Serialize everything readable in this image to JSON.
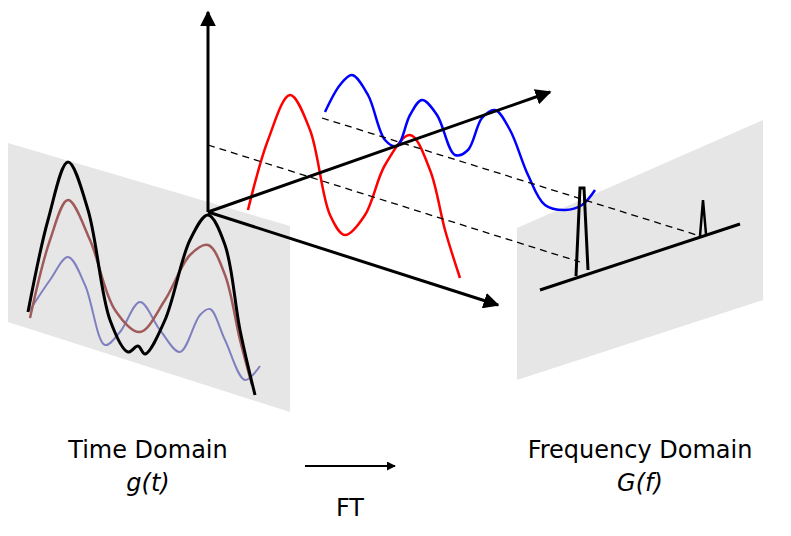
{
  "diagram": {
    "labels": [
      "Time Domain",
      "g(t)",
      "Frequency Domain",
      "G(f)",
      "FT"
    ]
  }
}
